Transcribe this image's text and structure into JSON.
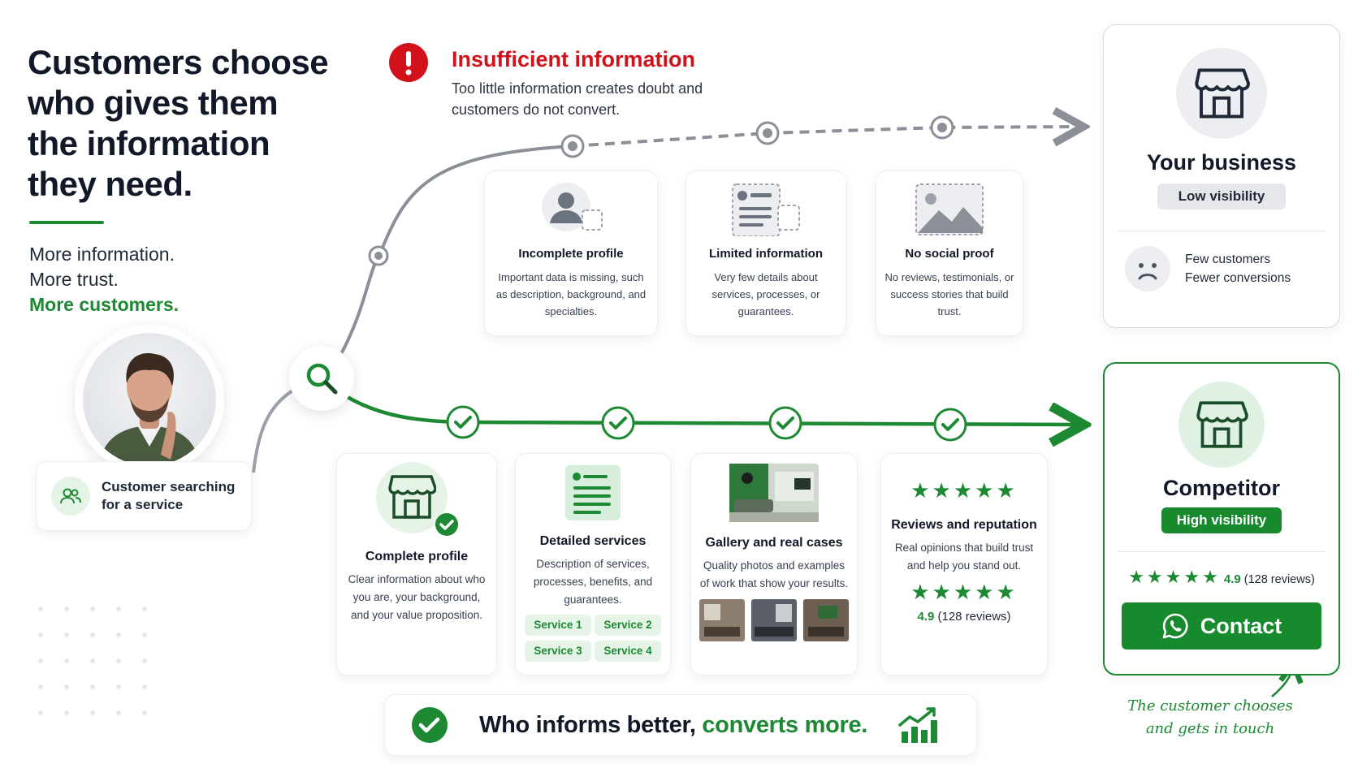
{
  "headline": "Customers choose who gives them the information they need.",
  "tagline": {
    "line1": "More information.",
    "line2": "More trust.",
    "line3": "More customers."
  },
  "searcher": {
    "label": "Customer searching for a service"
  },
  "warning": {
    "title": "Insufficient information",
    "subtitle": "Too little information creates doubt and customers do not convert."
  },
  "bad_steps": [
    {
      "title": "Incomplete profile",
      "desc": "Important data is missing, such as description, background, and specialties."
    },
    {
      "title": "Limited information",
      "desc": "Very few details about services, processes, or guarantees."
    },
    {
      "title": "No social proof",
      "desc": "No reviews, testimonials, or success stories that build trust."
    }
  ],
  "good_steps": [
    {
      "title": "Complete profile",
      "desc": "Clear information about who you are, your background, and your value proposition."
    },
    {
      "title": "Detailed services",
      "desc": "Description of services, processes, benefits, and guarantees.",
      "chips": [
        "Service 1",
        "Service 2",
        "Service 3",
        "Service 4"
      ]
    },
    {
      "title": "Gallery and real cases",
      "desc": "Quality photos and examples of work that show your results."
    },
    {
      "title": "Reviews and reputation",
      "desc": "Real opinions that build trust and help you stand out.",
      "stars": "★★★★★",
      "rating": "4.9",
      "reviews": "(128 reviews)"
    }
  ],
  "business": {
    "title": "Your business",
    "badge": "Low visibility",
    "note_line1": "Few customers",
    "note_line2": "Fewer conversions"
  },
  "competitor": {
    "title": "Competitor",
    "badge": "High visibility",
    "stars": "★★★★★",
    "rating": "4.9",
    "reviews": "(128 reviews)",
    "cta": "Contact"
  },
  "handnote": {
    "line1": "The customer chooses",
    "line2": "and gets in touch"
  },
  "banner": {
    "part1": "Who informs better, ",
    "part2": "converts more."
  },
  "colors": {
    "green": "#1d8a33",
    "red": "#d1121b",
    "gray_line": "#8a8f98"
  }
}
